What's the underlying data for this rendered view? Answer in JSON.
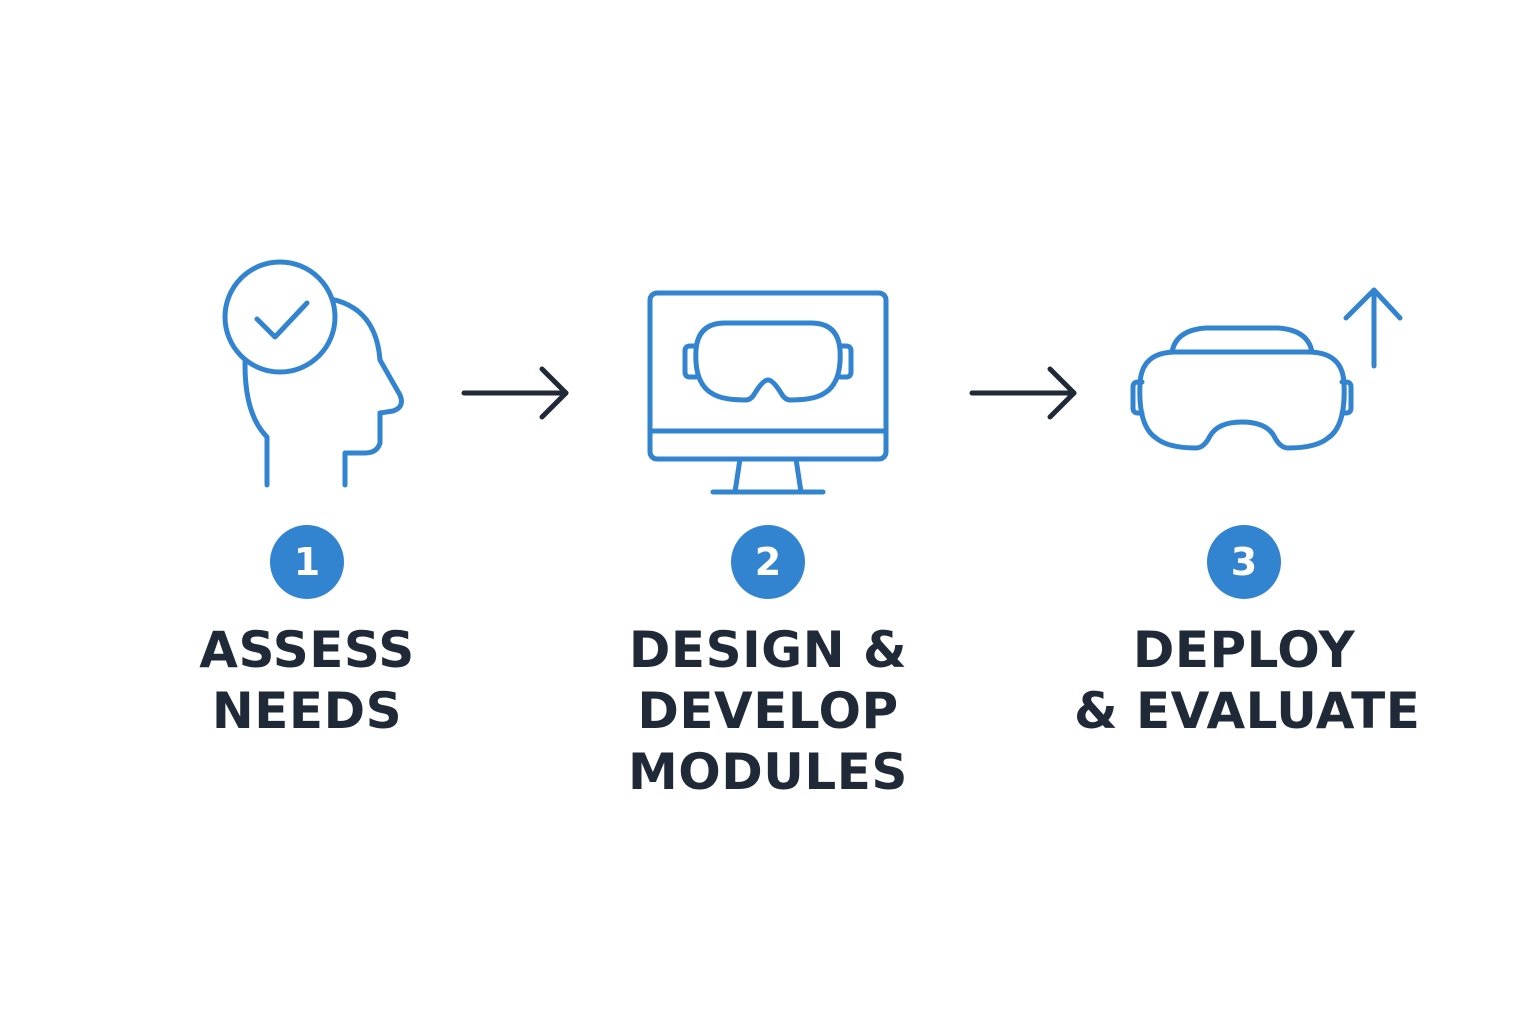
{
  "colors": {
    "accent": "#3384d0",
    "text": "#1f2937",
    "arrow": "#1f2937",
    "background": "#ffffff"
  },
  "steps": [
    {
      "number": "1",
      "icon": "head-check-icon",
      "label_lines": [
        "ASSESS",
        "NEEDS"
      ]
    },
    {
      "number": "2",
      "icon": "monitor-vr-headset-icon",
      "label_lines": [
        "DESIGN &",
        "DEVELOP",
        "MODULES"
      ]
    },
    {
      "number": "3",
      "icon": "vr-headset-upload-icon",
      "label_lines": [
        "DEPLOY",
        "& EVALUATE"
      ]
    }
  ],
  "connectors": [
    {
      "icon": "arrow-right-icon"
    },
    {
      "icon": "arrow-right-icon"
    }
  ]
}
